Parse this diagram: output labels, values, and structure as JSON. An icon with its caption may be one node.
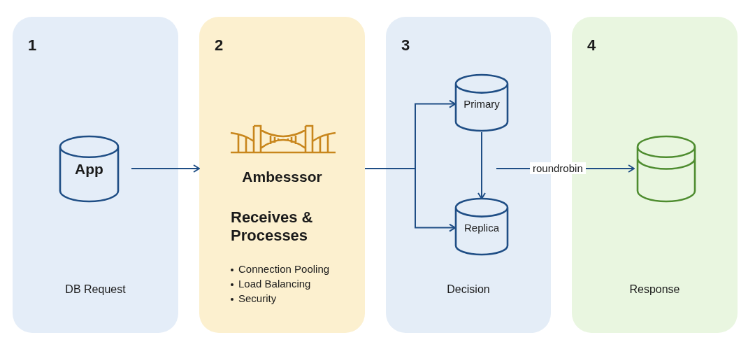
{
  "diagram": {
    "nodes": [
      {
        "text": [
          "1",
          "DB Request"
        ]
      },
      {
        "text": [
          "App"
        ],
        "in": 0
      },
      {
        "text": [
          "2",
          "Ambesssor",
          "Receives & Processes",
          "Connection Pooling",
          "Load Balancing",
          "Security"
        ]
      },
      {
        "text": [
          "3",
          "Decision"
        ]
      },
      {
        "text": [
          "Primary"
        ],
        "in": 3
      },
      {
        "text": [
          "Replica"
        ],
        "in": 3
      },
      {
        "text": [
          "4",
          "Response"
        ]
      },
      {
        "text": [],
        "shape": "cylinder",
        "in": 6
      }
    ],
    "edges": [
      {
        "from": 1,
        "to": 2,
        "arrow": "to"
      },
      {
        "from": 2,
        "to": 4,
        "arrow": "to"
      },
      {
        "from": 2,
        "to": 5,
        "arrow": "to"
      },
      {
        "from": 4,
        "to": 5,
        "arrow": "to"
      },
      {
        "from": null,
        "to": 7,
        "arrow": "to",
        "label": "roundrobin"
      }
    ]
  }
}
